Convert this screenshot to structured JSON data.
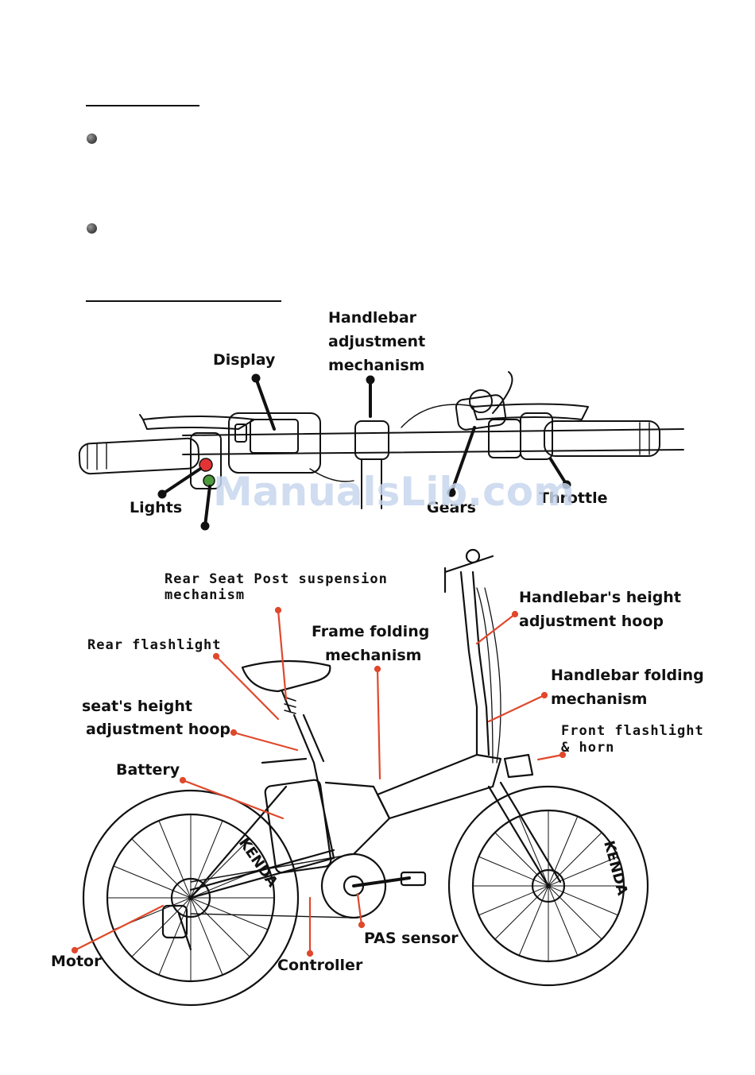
{
  "handlebar_labels": {
    "display": "Display",
    "handlebar_adjustment": [
      "Handlebar",
      "adjustment",
      "mechanism"
    ],
    "lights": "Lights",
    "gears": "Gears",
    "throttle": "Throttle"
  },
  "bike_labels": {
    "rear_seat_post": [
      "Rear Seat Post suspension",
      "mechanism"
    ],
    "rear_flashlight": "Rear flashlight",
    "frame_folding": [
      "Frame folding",
      "mechanism"
    ],
    "handlebar_height": [
      "Handlebar's height",
      "adjustment hoop"
    ],
    "handlebar_folding": [
      "Handlebar folding",
      "mechanism"
    ],
    "seat_height": [
      "seat's height",
      "adjustment hoop"
    ],
    "front_flashlight": [
      "Front flashlight",
      "& horn"
    ],
    "battery": "Battery",
    "pas_sensor": "PAS sensor",
    "motor": "Motor",
    "controller": "Controller"
  },
  "tire_brand": "KENDA",
  "watermark": "ManualsLib.com",
  "colors": {
    "leader_line": "#e0482c",
    "ink": "#111111",
    "light_red": "#e23434",
    "light_green": "#4b9a3c"
  }
}
